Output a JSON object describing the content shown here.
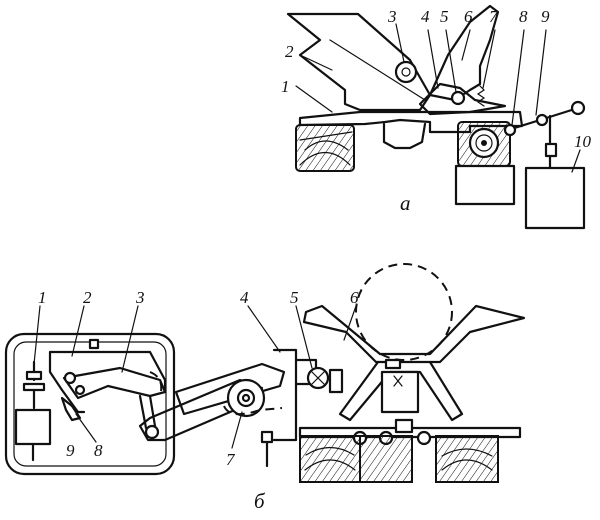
{
  "top_view": {
    "caption": "а",
    "labels": [
      "1",
      "2",
      "3",
      "4",
      "5",
      "6",
      "7",
      "8",
      "9",
      "10"
    ]
  },
  "bottom_view": {
    "caption": "б",
    "labels": [
      "1",
      "2",
      "3",
      "4",
      "5",
      "6",
      "7",
      "8",
      "9"
    ]
  }
}
